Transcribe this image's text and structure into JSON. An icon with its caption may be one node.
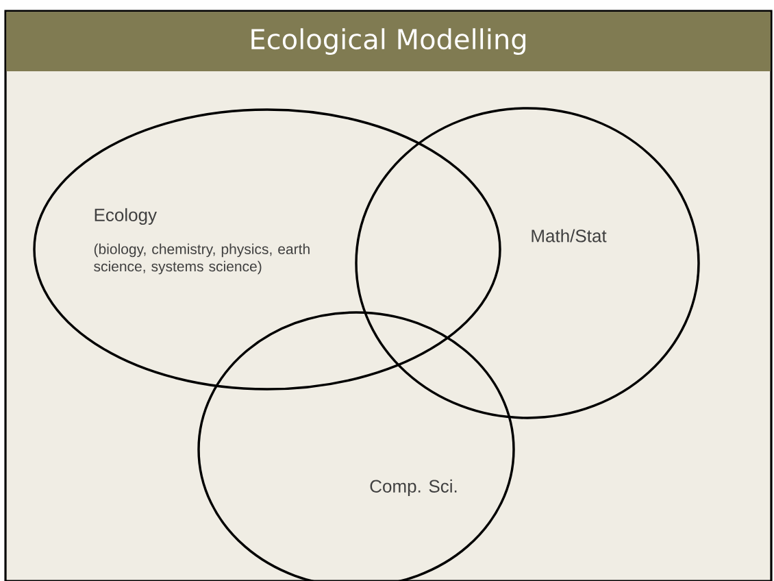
{
  "diagram": {
    "title": "Ecological Modelling",
    "nodes": [
      {
        "text": [
          "Ecology",
          "(biology, chemistry, physics, earth science, systems science)"
        ]
      },
      {
        "text": [
          "Math/Stat"
        ]
      },
      {
        "text": [
          "Comp. Sci."
        ]
      }
    ]
  }
}
